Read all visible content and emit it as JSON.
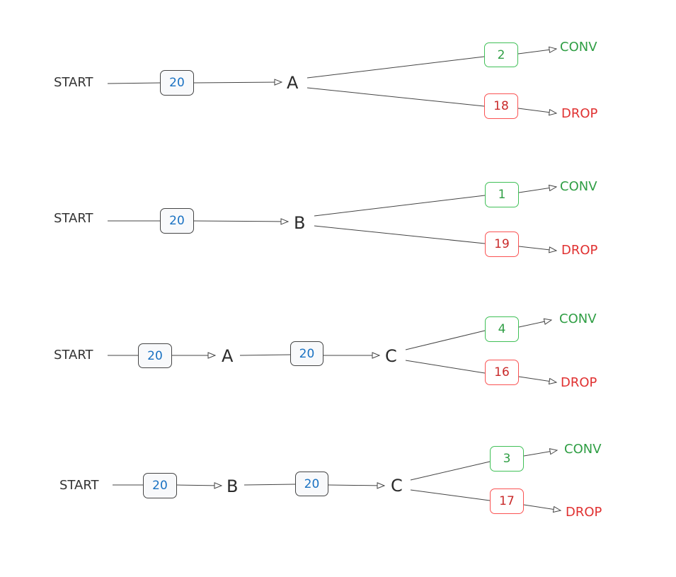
{
  "flows": [
    {
      "start": "START",
      "steps": [
        {
          "count": "20",
          "node": "A"
        }
      ],
      "conv": {
        "count": "2",
        "label": "CONV"
      },
      "drop": {
        "count": "18",
        "label": "DROP"
      }
    },
    {
      "start": "START",
      "steps": [
        {
          "count": "20",
          "node": "B"
        }
      ],
      "conv": {
        "count": "1",
        "label": "CONV"
      },
      "drop": {
        "count": "19",
        "label": "DROP"
      }
    },
    {
      "start": "START",
      "steps": [
        {
          "count": "20",
          "node": "A"
        },
        {
          "count": "20",
          "node": "C"
        }
      ],
      "conv": {
        "count": "4",
        "label": "CONV"
      },
      "drop": {
        "count": "16",
        "label": "DROP"
      }
    },
    {
      "start": "START",
      "steps": [
        {
          "count": "20",
          "node": "B"
        },
        {
          "count": "20",
          "node": "C"
        }
      ],
      "conv": {
        "count": "3",
        "label": "CONV"
      },
      "drop": {
        "count": "17",
        "label": "DROP"
      }
    }
  ],
  "colors": {
    "line": "#444444",
    "count_box": "#1971c2",
    "conv": "#2f9e44",
    "drop": "#e03131"
  }
}
